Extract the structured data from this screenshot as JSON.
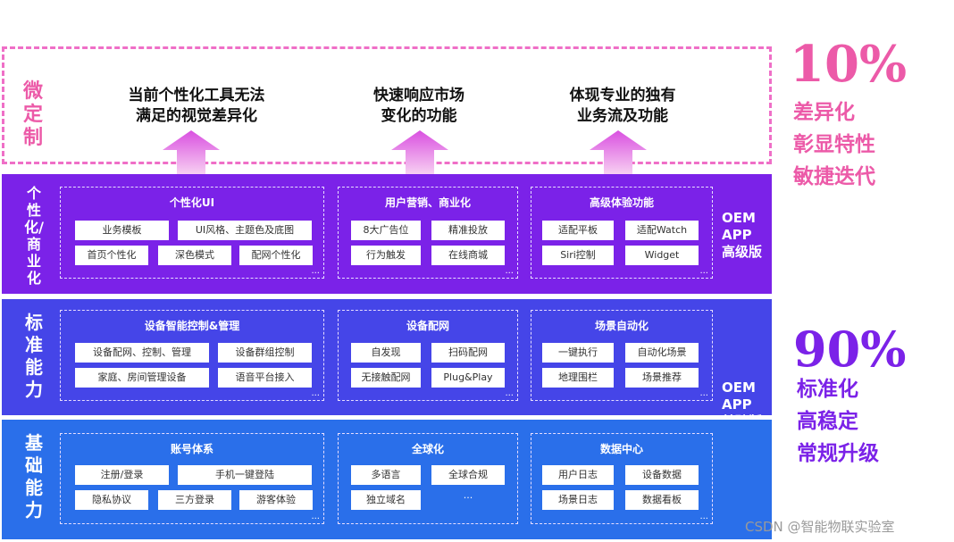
{
  "custom_layer": {
    "label": "微\n定\n制",
    "needs": [
      "当前个性化工具无法\n满足的视觉差异化",
      "快速响应市场\n变化的功能",
      "体现专业的独有\n业务流及功能"
    ]
  },
  "layers": [
    {
      "label": "个\n性\n化/\n商\n业\n化",
      "groups": [
        {
          "title": "个性化UI",
          "items": [
            "业务模板",
            "UI风格、主题色及底图",
            "首页个性化",
            "深色模式",
            "配网个性化"
          ],
          "more": "..."
        },
        {
          "title": "用户营销、商业化",
          "items": [
            "8大广告位",
            "精准投放",
            "行为触发",
            "在线商城"
          ],
          "more": "..."
        },
        {
          "title": "高级体验功能",
          "items": [
            "适配平板",
            "适配Watch",
            "Siri控制",
            "Widget"
          ],
          "more": "..."
        }
      ]
    },
    {
      "label": "标\n准\n能\n力",
      "groups": [
        {
          "title": "设备智能控制&管理",
          "items": [
            "设备配网、控制、管理",
            "设备群组控制",
            "家庭、房间管理设备",
            "语音平台接入"
          ],
          "more": "..."
        },
        {
          "title": "设备配网",
          "items": [
            "自发现",
            "扫码配网",
            "无接触配网",
            "Plug&Play"
          ],
          "more": "..."
        },
        {
          "title": "场景自动化",
          "items": [
            "一键执行",
            "自动化场景",
            "地理围栏",
            "场景推荐"
          ],
          "more": "..."
        }
      ]
    },
    {
      "label": "基\n础\n能\n力",
      "groups": [
        {
          "title": "账号体系",
          "items": [
            "注册/登录",
            "手机一键登陆",
            "隐私协议",
            "三方登录",
            "游客体验"
          ],
          "more": "..."
        },
        {
          "title": "全球化",
          "items": [
            "多语言",
            "全球合规",
            "独立域名",
            "..."
          ],
          "more": ""
        },
        {
          "title": "数据中心",
          "items": [
            "用户日志",
            "设备数据",
            "场景日志",
            "数据看板"
          ],
          "more": "..."
        }
      ]
    }
  ],
  "oem": {
    "advanced": "OEM\nAPP\n高级版",
    "basic": "OEM\nAPP\n基础版"
  },
  "side": {
    "pct_top": "10%",
    "text_top": "差异化\n彰显特性\n敏捷迭代",
    "pct_bottom": "90%",
    "text_bottom": "标准化\n高稳定\n常规升级"
  },
  "watermark": "CSDN @智能物联实验室",
  "colors": {
    "pink": "#ec5aa8",
    "purple_band": "#7b22e8",
    "indigo_band": "#4545e8",
    "blue_band": "#2a6fea",
    "side_purple": "#7b22e8"
  }
}
